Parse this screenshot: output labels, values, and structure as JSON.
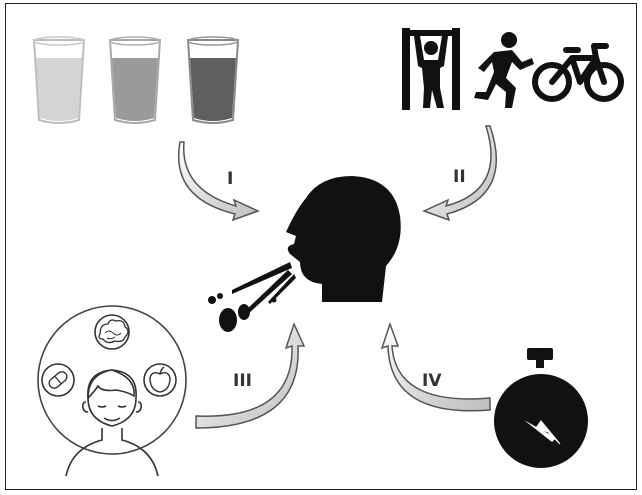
{
  "labels": {
    "step1": "I",
    "step2": "II",
    "step3": "III",
    "step4": "IV"
  },
  "glasses": [
    {
      "fill": "#d4d4d4"
    },
    {
      "fill": "#9a9a9a"
    },
    {
      "fill": "#5f5f5f"
    }
  ],
  "colors": {
    "ink": "#111111",
    "arrow_fill": "#eeeeee",
    "arrow_stroke": "#555555"
  }
}
